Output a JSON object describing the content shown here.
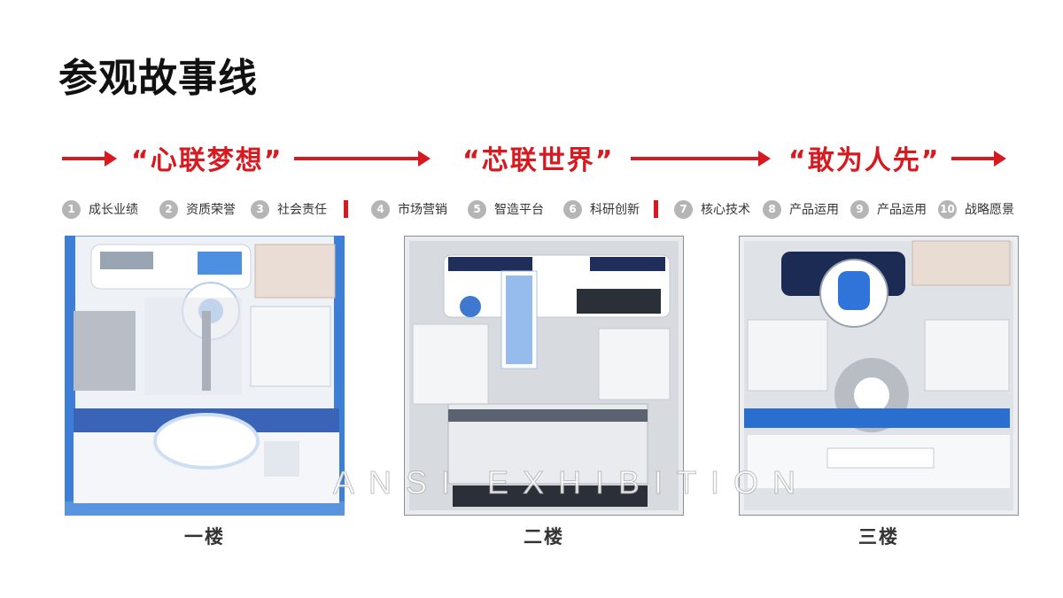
{
  "title": "参观故事线",
  "phases": [
    "“心联梦想”",
    "“芯联世界”",
    "“敢为人先”"
  ],
  "steps": [
    {
      "num": "1",
      "label": "成长业绩"
    },
    {
      "num": "2",
      "label": "资质荣誉"
    },
    {
      "num": "3",
      "label": "社会责任"
    },
    {
      "num": "4",
      "label": "市场营销"
    },
    {
      "num": "5",
      "label": "智造平台"
    },
    {
      "num": "6",
      "label": "科研创新"
    },
    {
      "num": "7",
      "label": "核心技术"
    },
    {
      "num": "8",
      "label": "产品运用"
    },
    {
      "num": "9",
      "label": "产品运用"
    },
    {
      "num": "10",
      "label": "战略愿景"
    }
  ],
  "floors": [
    "一楼",
    "二楼",
    "三楼"
  ],
  "watermark": "ANSI EXHIBITION",
  "colors": {
    "accent": "#d71920",
    "step_circle": "#b5b5b5",
    "exhibit_blue": "#2a6fd0"
  }
}
